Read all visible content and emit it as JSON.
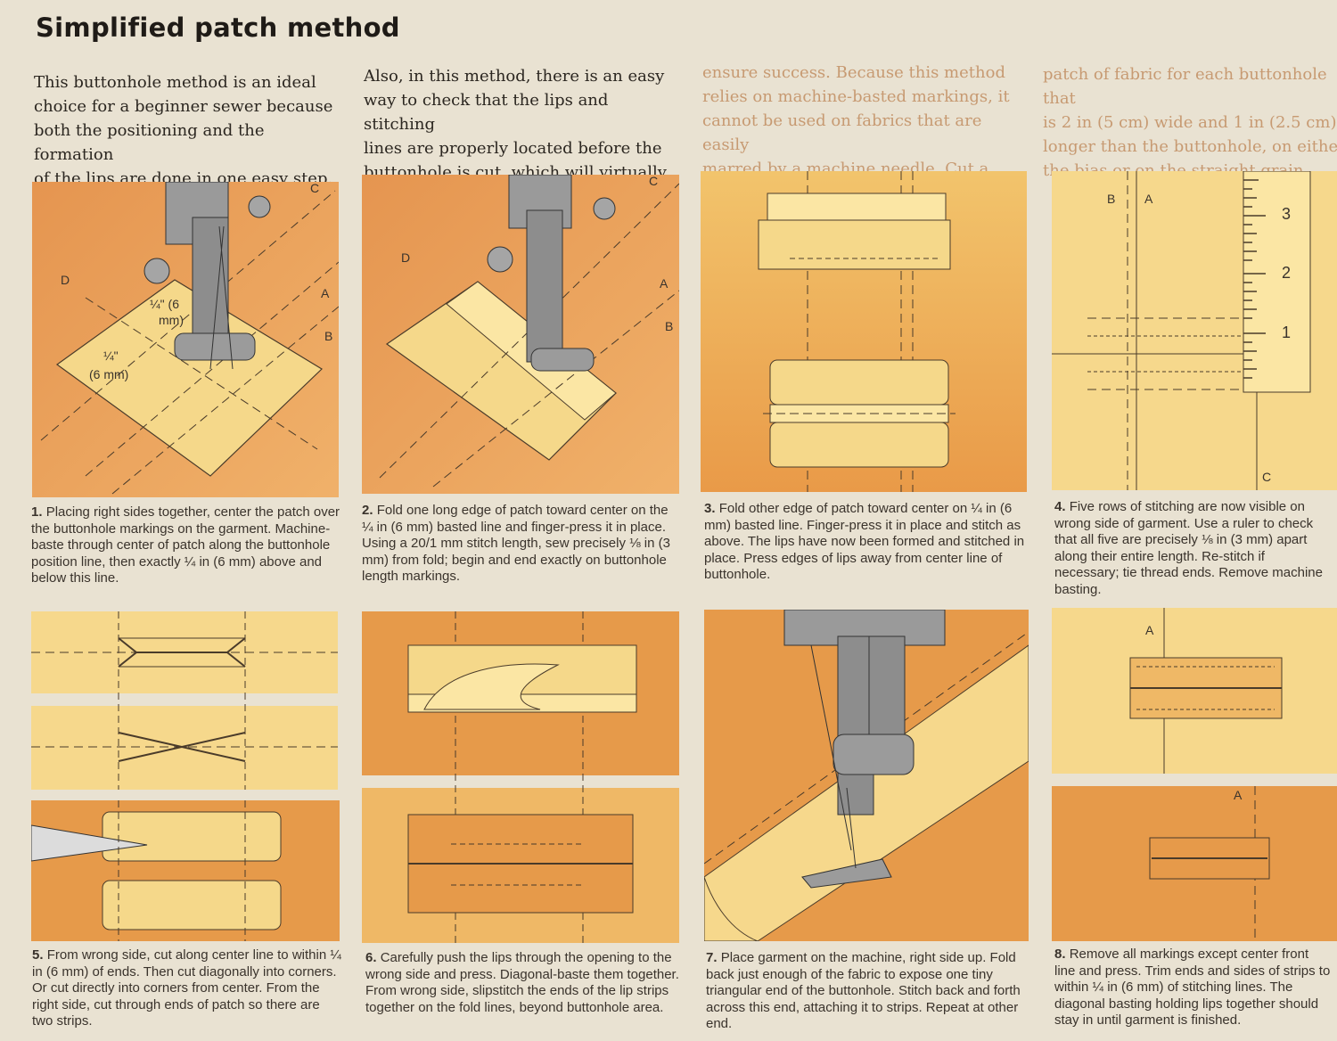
{
  "title": "Simplified patch method",
  "intro": [
    "This buttonhole method is an ideal\nchoice for a beginner sewer because\nboth the positioning and the formation\nof the lips are done in one easy step.",
    "Also, in this method, there is an easy\nway to check that the lips and stitching\nlines are properly located before the\nbuttonhole is cut, which will virtually",
    "ensure success. Because this method\nrelies on machine-basted markings, it\ncannot be used on fabrics that are easily\nmarred by a machine needle. Cut a",
    "patch of fabric for each buttonhole that\nis 2 in (5 cm) wide and 1 in (2.5 cm)\nlonger than the buttonhole, on either\nthe bias or on the straight grain."
  ],
  "steps": [
    {
      "num": "1.",
      "text": "Placing right sides together, center the patch over the buttonhole markings on the garment. Machine-baste through center of patch along the buttonhole position line, then exactly ¼ in (6 mm) above and below this line."
    },
    {
      "num": "2.",
      "text": "Fold one long edge of patch toward center on the ¼ in (6 mm) basted line and finger-press it in place. Using a 20/1 mm stitch length, sew precisely ⅛ in (3 mm) from fold; begin and end exactly on buttonhole length markings."
    },
    {
      "num": "3.",
      "text": "Fold other edge of patch toward center on ¼ in (6 mm) basted line. Finger-press it in place and stitch as above. The lips have now been formed and stitched in place. Press edges of lips away from center line of buttonhole."
    },
    {
      "num": "4.",
      "text": "Five rows of stitching are now visible on wrong side of garment. Use a ruler to check that all five are precisely ⅛ in (3 mm) apart along their entire length. Re-stitch if necessary; tie thread ends. Remove machine basting."
    },
    {
      "num": "5.",
      "text": "From wrong side, cut along center line to within ¼ in (6 mm) of ends. Then cut diagonally into corners. Or cut directly into corners from center. From the right side, cut through ends of patch so there are two strips."
    },
    {
      "num": "6.",
      "text": "Carefully push the lips through the opening to the wrong side and press. Diagonal-baste them together. From wrong side, slipstitch the ends of the lip strips together on the fold lines, beyond buttonhole area."
    },
    {
      "num": "7.",
      "text": "Place garment on the machine, right side up. Fold back just enough of the fabric to expose one tiny triangular end of the buttonhole. Stitch back and forth across this end, attaching it to strips. Repeat at other end."
    },
    {
      "num": "8.",
      "text": "Remove all markings except center front line and press. Trim ends and sides of strips to within ¼ in (6 mm) of stitching lines. The diagonal basting holding lips together should stay in until garment is finished."
    }
  ],
  "labels": {
    "p1": {
      "c": "C",
      "d": "D",
      "a": "A",
      "b": "B",
      "m1a": "¼\" (6",
      "m1b": "mm)",
      "m2a": "¼\"",
      "m2b": "(6 mm)"
    },
    "p2": {
      "c": "C",
      "d": "D",
      "a": "A",
      "b": "B"
    },
    "p4": {
      "b": "B",
      "a": "A",
      "c": "C",
      "r3": "3",
      "r2": "2",
      "r1": "1"
    },
    "p8": {
      "a1": "A",
      "a2": "A"
    }
  },
  "colors": {
    "orange": "#e69a4a",
    "light_orange": "#efb866",
    "fabric": "#f6dc8e",
    "ink": "#3a332c"
  }
}
